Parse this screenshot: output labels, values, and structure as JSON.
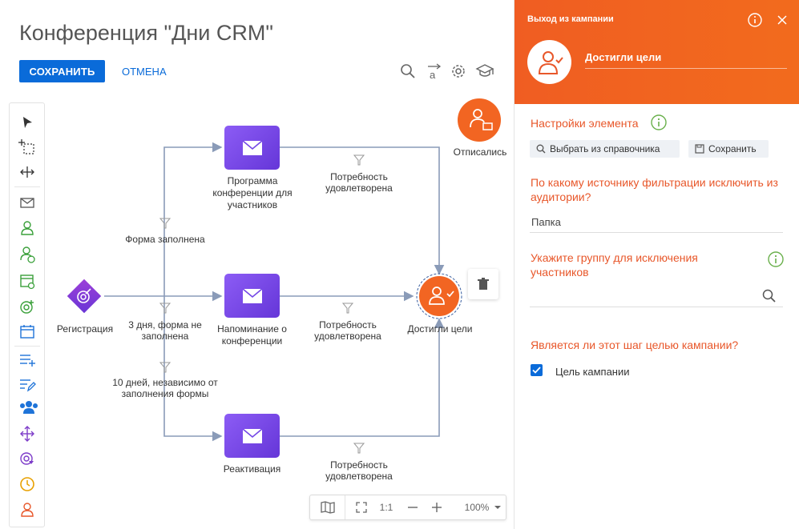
{
  "page": {
    "title": "Конференция \"Дни CRM\""
  },
  "toolbar": {
    "save_label": "СОХРАНИТЬ",
    "cancel_label": "ОТМЕНА",
    "icons": [
      "search-icon",
      "text-format-icon",
      "gear-icon",
      "academy-icon"
    ]
  },
  "palette": {
    "items": [
      "pointer-icon",
      "select-area-icon",
      "pan-icon",
      "email-icon",
      "audience-icon",
      "add-audience-icon",
      "event-audience-icon",
      "goal-audience-icon",
      "calendar-icon",
      "add-record-icon",
      "edit-record-icon",
      "group-icon",
      "split-icon",
      "target-filter-icon",
      "timer-icon",
      "exit-user-icon"
    ]
  },
  "flow": {
    "nodes": {
      "registration": "Регистрация",
      "program": "Программа конференции для участников",
      "reminder": "Напоминание о конференции",
      "reactivation": "Реактивация",
      "goal": "Достигли цели",
      "unsubscribed": "Отписались"
    },
    "edges": {
      "form_filled": "Форма заполнена",
      "three_days": "3 дня, форма не заполнена",
      "ten_days": "10 дней, независимо от заполнения формы",
      "need1": "Потребность удовлетворена",
      "need2": "Потребность удовлетворена",
      "need3": "Потребность удовлетворена"
    }
  },
  "zoom": {
    "ratio_label": "1:1",
    "zoom_label": "100%"
  },
  "panel": {
    "header_title": "Выход из кампании",
    "element_name": "Достигли цели",
    "settings_heading": "Настройки элемента",
    "btn_lookup": "Выбрать из справочника",
    "btn_save": "Сохранить",
    "q_filter_source": "По какому источнику фильтрации исключить из аудитории?",
    "filter_source_value": "Папка",
    "q_group": "Укажите группу для исключения участников",
    "group_value": "",
    "q_goal": "Является ли этот шаг целью кампании?",
    "goal_checkbox_label": "Цель кампании",
    "goal_checked": true
  },
  "colors": {
    "accent_blue": "#0a6bd9",
    "brand_orange": "#f26522",
    "node_purple": "#7447e6",
    "info_green": "#6ab04c",
    "connector": "#8a9bb8"
  }
}
